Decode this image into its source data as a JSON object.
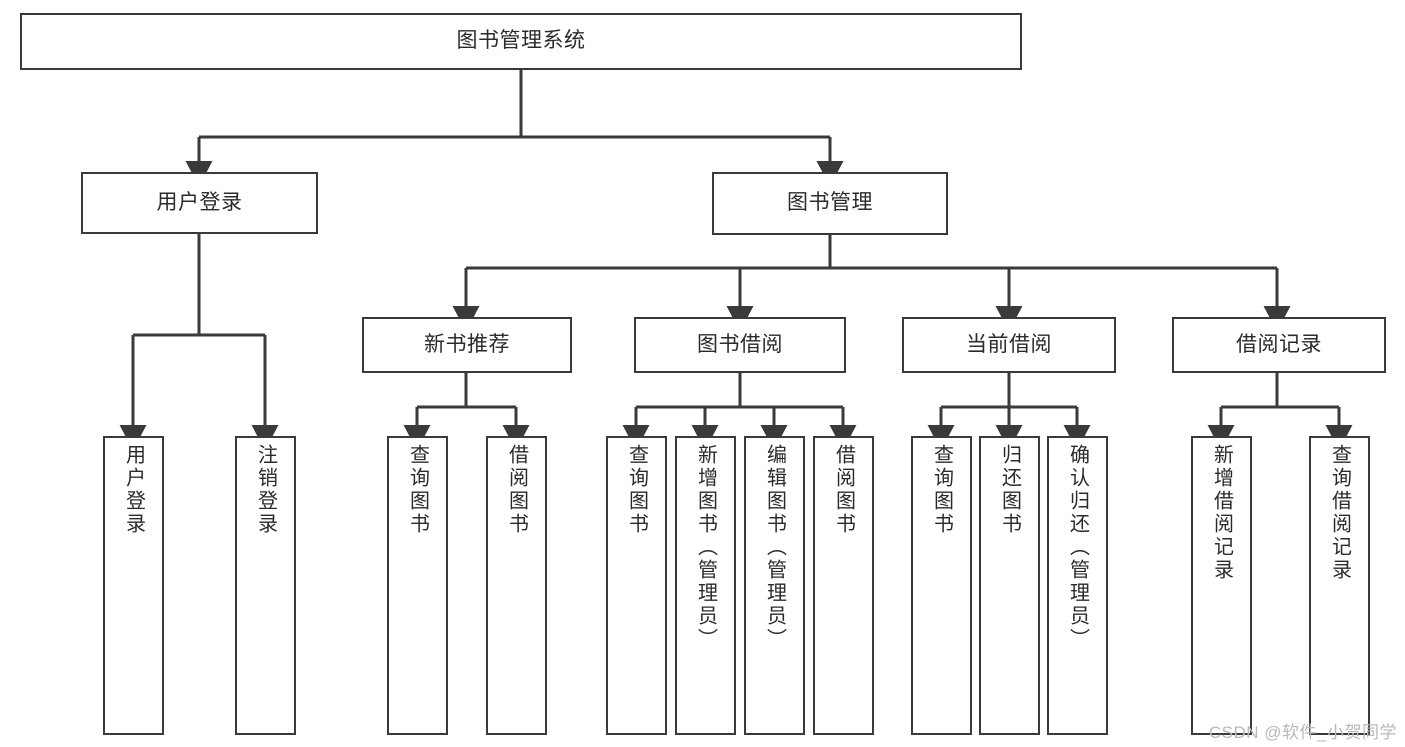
{
  "diagram": {
    "type": "tree",
    "title": "图书管理系统",
    "watermark": "CSDN @软件_小贺同学",
    "colors": {
      "stroke": "#3a3a3a",
      "fill": "#ffffff",
      "text": "#2b2b2b",
      "watermark": "#b9b9b9"
    },
    "root": {
      "id": "root",
      "label": "图书管理系统"
    },
    "level2": [
      {
        "id": "user-login",
        "label": "用户登录"
      },
      {
        "id": "book-manage",
        "label": "图书管理"
      }
    ],
    "level3": [
      {
        "id": "new-book-recommend",
        "label": "新书推荐",
        "parent": "book-manage"
      },
      {
        "id": "book-borrow",
        "label": "图书借阅",
        "parent": "book-manage"
      },
      {
        "id": "current-borrow",
        "label": "当前借阅",
        "parent": "book-manage"
      },
      {
        "id": "borrow-record",
        "label": "借阅记录",
        "parent": "book-manage"
      }
    ],
    "leaves": [
      {
        "id": "leaf-user-login",
        "label": "用户登录",
        "parent": "user-login"
      },
      {
        "id": "leaf-user-logout",
        "label": "注销登录",
        "parent": "user-login"
      },
      {
        "id": "leaf-query-book-1",
        "label": "查询图书",
        "parent": "new-book-recommend"
      },
      {
        "id": "leaf-borrow-book-1",
        "label": "借阅图书",
        "parent": "new-book-recommend"
      },
      {
        "id": "leaf-query-book-2",
        "label": "查询图书",
        "parent": "book-borrow"
      },
      {
        "id": "leaf-add-book",
        "label": "新增图书（管理员）",
        "parent": "book-borrow"
      },
      {
        "id": "leaf-edit-book",
        "label": "编辑图书（管理员）",
        "parent": "book-borrow"
      },
      {
        "id": "leaf-borrow-book-2",
        "label": "借阅图书",
        "parent": "book-borrow"
      },
      {
        "id": "leaf-query-book-3",
        "label": "查询图书",
        "parent": "current-borrow"
      },
      {
        "id": "leaf-return-book",
        "label": "归还图书",
        "parent": "current-borrow"
      },
      {
        "id": "leaf-confirm-return",
        "label": "确认归还（管理员）",
        "parent": "current-borrow"
      },
      {
        "id": "leaf-add-record",
        "label": "新增借阅记录",
        "parent": "borrow-record"
      },
      {
        "id": "leaf-query-record",
        "label": "查询借阅记录",
        "parent": "borrow-record"
      }
    ]
  }
}
